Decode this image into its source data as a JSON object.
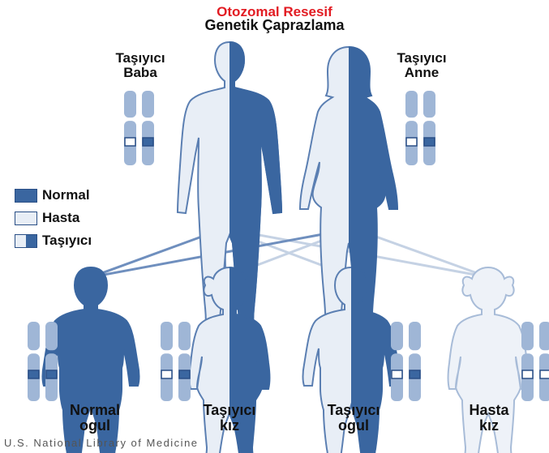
{
  "title": "Otozomal Resesif",
  "subtitle": "Genetik Çaprazlama",
  "colors": {
    "normal": "#3a66a0",
    "hasta": "#e8eef6",
    "outline": "#5b7fb2",
    "title_red": "#e21b22",
    "lines_dark": "#6f8fbe",
    "lines_light": "#c5d2e4"
  },
  "parents": [
    {
      "id": "father",
      "label_line1": "Taşıyıcı",
      "label_line2": "Baba",
      "genotype": "carrier"
    },
    {
      "id": "mother",
      "label_line1": "Taşıyıcı",
      "label_line2": "Anne",
      "genotype": "carrier"
    }
  ],
  "legend": [
    {
      "label": "Normal",
      "swatch": "normal"
    },
    {
      "label": "Hasta",
      "swatch": "hasta"
    },
    {
      "label": "Taşıyıcı",
      "swatch": "carrier"
    }
  ],
  "children": [
    {
      "label_line1": "Normal",
      "label_line2": "ogul",
      "genotype": "normal",
      "sex": "boy"
    },
    {
      "label_line1": "Taşıyıcı",
      "label_line2": "kız",
      "genotype": "carrier",
      "sex": "girl"
    },
    {
      "label_line1": "Taşıyıcı",
      "label_line2": "ogul",
      "genotype": "carrier",
      "sex": "boy"
    },
    {
      "label_line1": "Hasta",
      "label_line2": "kız",
      "genotype": "hasta",
      "sex": "girl"
    }
  ],
  "credit": "U.S. National Library of Medicine"
}
